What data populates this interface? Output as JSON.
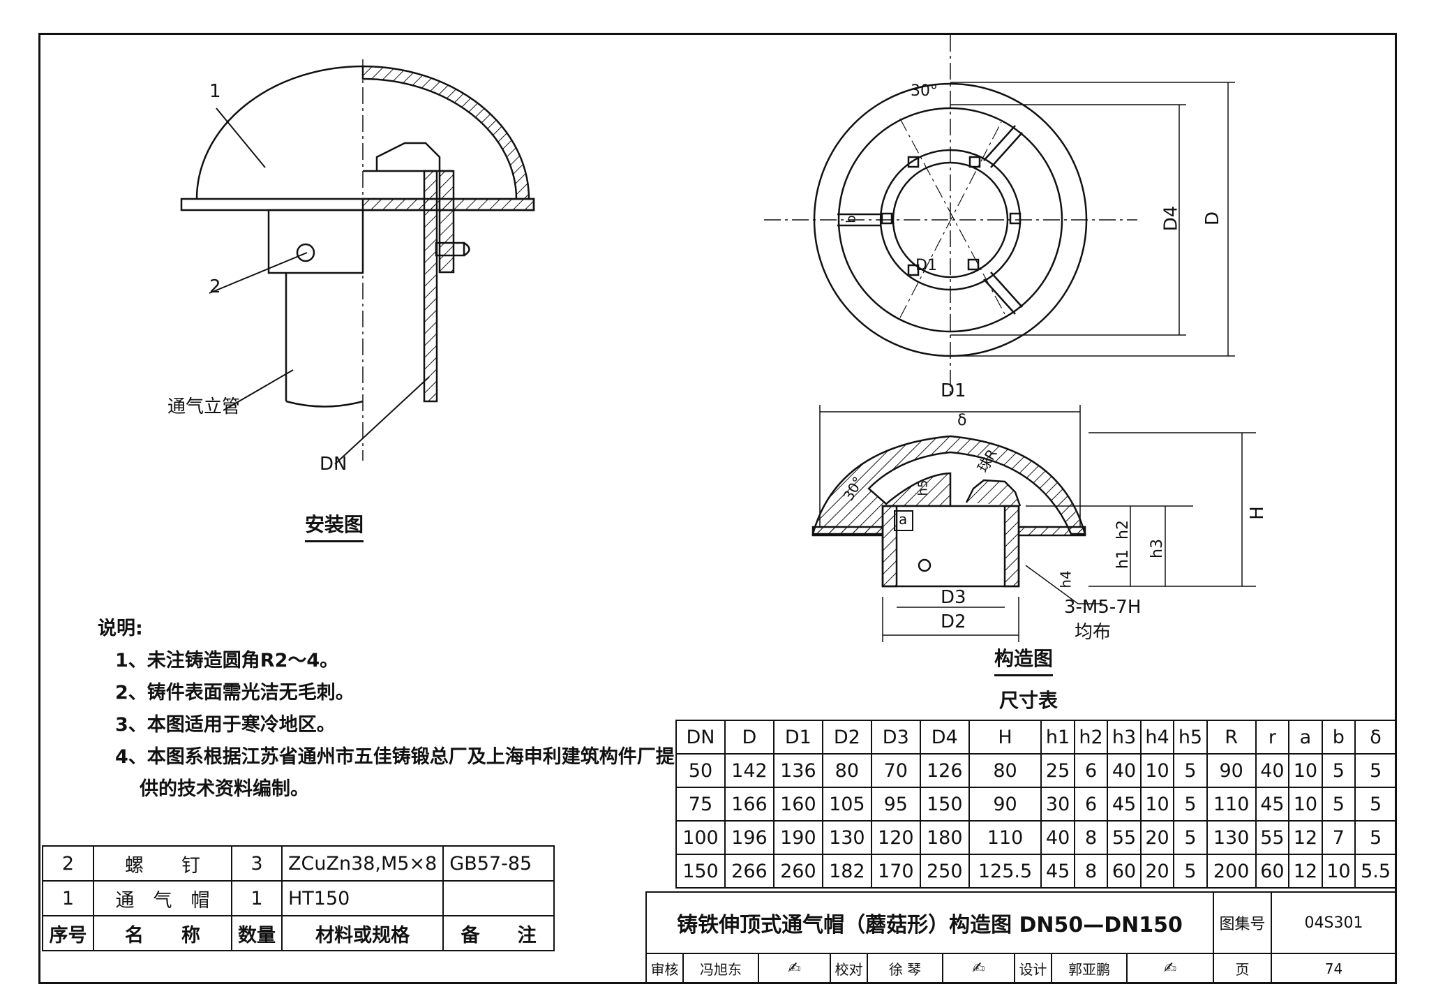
{
  "installation": {
    "caption": "安装图",
    "callout_1": "1",
    "callout_2": "2",
    "riser_label": "通气立管",
    "dn_label": "DN"
  },
  "structure": {
    "caption": "构造图",
    "labels": {
      "angle_top": "30°",
      "angle_side": "30°",
      "d4": "D4",
      "d": "D",
      "d1_top": "D1",
      "d1_side": "D1",
      "b": "b",
      "delta": "δ",
      "r": "球R",
      "h5": "h5",
      "a": "a",
      "h2": "h2",
      "h1": "h1",
      "h3": "h3",
      "h4": "h4",
      "hh": "H",
      "d3": "D3",
      "d2": "D2",
      "thread": "3-M5-7H",
      "even": "均布"
    }
  },
  "notes": {
    "heading": "说明:",
    "items": [
      "1、未注铸造圆角R2～4。",
      "2、铸件表面需光洁无毛刺。",
      "3、本图适用于寒冷地区。",
      "4、本图系根据江苏省通州市五佳铸锻总厂及上海申利建筑构件厂提",
      "供的技术资料编制。"
    ]
  },
  "bom": {
    "rows": [
      [
        "2",
        "螺　　钉",
        "3",
        "ZCuZn38,M5×8",
        "GB57-85"
      ],
      [
        "1",
        "通　气　帽",
        "1",
        "HT150",
        ""
      ]
    ],
    "header": [
      "序号",
      "名　　称",
      "数量",
      "材料或规格",
      "备　　注"
    ]
  },
  "dim_table": {
    "title": "尺寸表",
    "header": [
      "DN",
      "D",
      "D1",
      "D2",
      "D3",
      "D4",
      "H",
      "h1",
      "h2",
      "h3",
      "h4",
      "h5",
      "R",
      "r",
      "a",
      "b",
      "δ"
    ],
    "rows": [
      [
        "50",
        "142",
        "136",
        "80",
        "70",
        "126",
        "80",
        "25",
        "6",
        "40",
        "10",
        "5",
        "90",
        "40",
        "10",
        "5",
        "5"
      ],
      [
        "75",
        "166",
        "160",
        "105",
        "95",
        "150",
        "90",
        "30",
        "6",
        "45",
        "10",
        "5",
        "110",
        "45",
        "10",
        "5",
        "5"
      ],
      [
        "100",
        "196",
        "190",
        "130",
        "120",
        "180",
        "110",
        "40",
        "8",
        "55",
        "20",
        "5",
        "130",
        "55",
        "12",
        "7",
        "5"
      ],
      [
        "150",
        "266",
        "260",
        "182",
        "170",
        "250",
        "125.5",
        "45",
        "8",
        "60",
        "20",
        "5",
        "200",
        "60",
        "12",
        "10",
        "5.5"
      ]
    ]
  },
  "title_block": {
    "title": "铸铁伸顶式通气帽（蘑菇形）构造图 DN50—DN150",
    "atlas_label": "图集号",
    "atlas_no": "04S301",
    "review_label": "审核",
    "reviewer": "冯旭东",
    "check_label": "校对",
    "checker": "徐 琴",
    "design_label": "设计",
    "designer": "郭亚鹏",
    "page_label": "页",
    "page_no": "74"
  }
}
